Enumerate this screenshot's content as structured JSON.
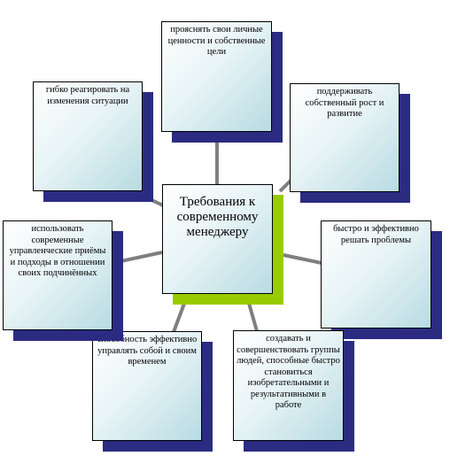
{
  "diagram": {
    "center": "Требования к современному менеджеру",
    "requirements": [
      "прояснять свои личные ценности и собственные цели",
      "поддерживать собственный рост и развитие",
      "быстро и эффективно решать проблемы",
      "создавать и совершенствовать группы людей, способные быстро становиться изобретательными и результативными в работе",
      "способность эффективно управлять собой и своим временем",
      "использовать современные управленческие приёмы и подходы в отношении своих подчинённых",
      "гибко реагировать на изменения ситуации"
    ]
  },
  "colors": {
    "shadow": "#2b2b82",
    "center_shadow": "#99cc00",
    "connector": "#7f7f7f",
    "box_gradient_start": "#ffffff",
    "box_gradient_end": "#b7dbe2"
  }
}
